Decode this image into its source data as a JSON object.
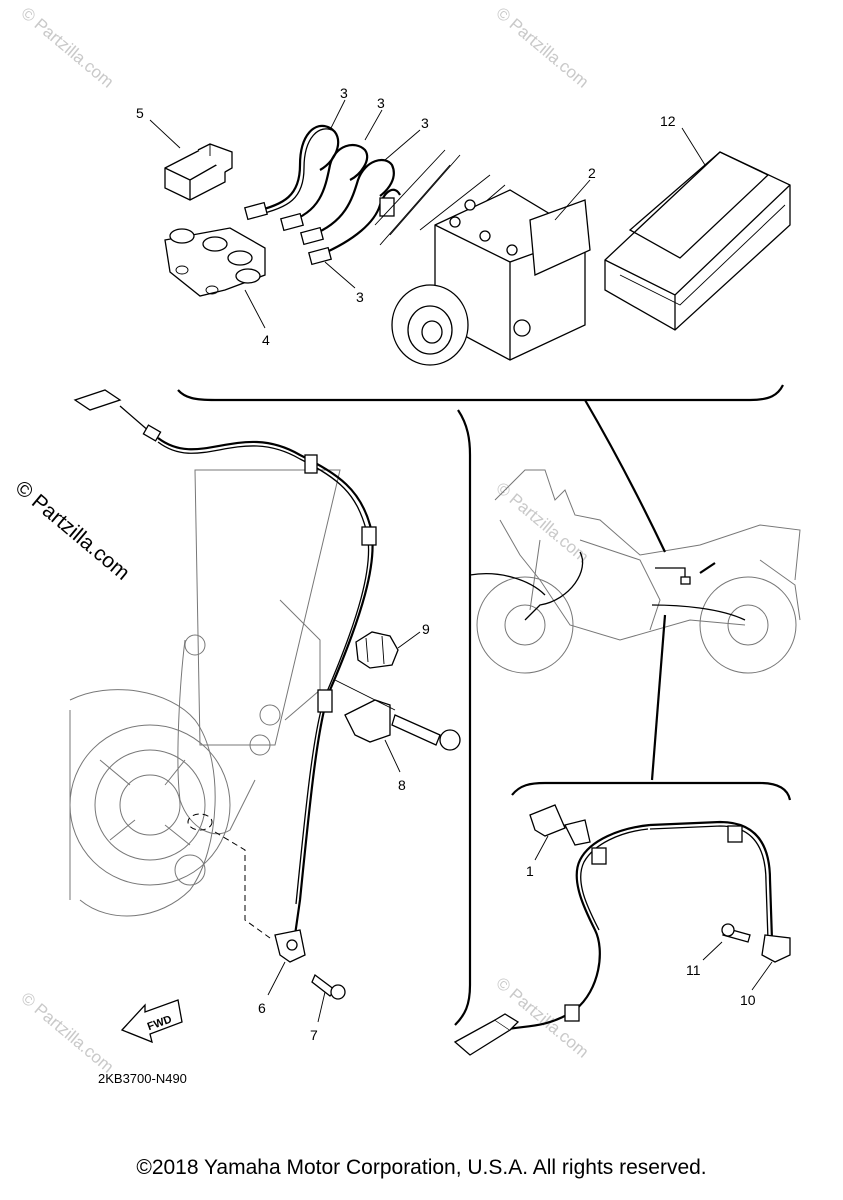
{
  "diagram": {
    "diagram_code": "2KB3700-N490",
    "fwd_label": "FWD",
    "copyright": "©2018 Yamaha Motor Corporation, U.S.A. All rights reserved.",
    "watermark": "© Partzilla.com",
    "callouts": {
      "c1": "1",
      "c2": "2",
      "c3a": "3",
      "c3b": "3",
      "c3c": "3",
      "c3d": "3",
      "c4": "4",
      "c5": "5",
      "c6": "6",
      "c7": "7",
      "c8": "8",
      "c9": "9",
      "c10": "10",
      "c11": "11",
      "c12": "12"
    }
  }
}
